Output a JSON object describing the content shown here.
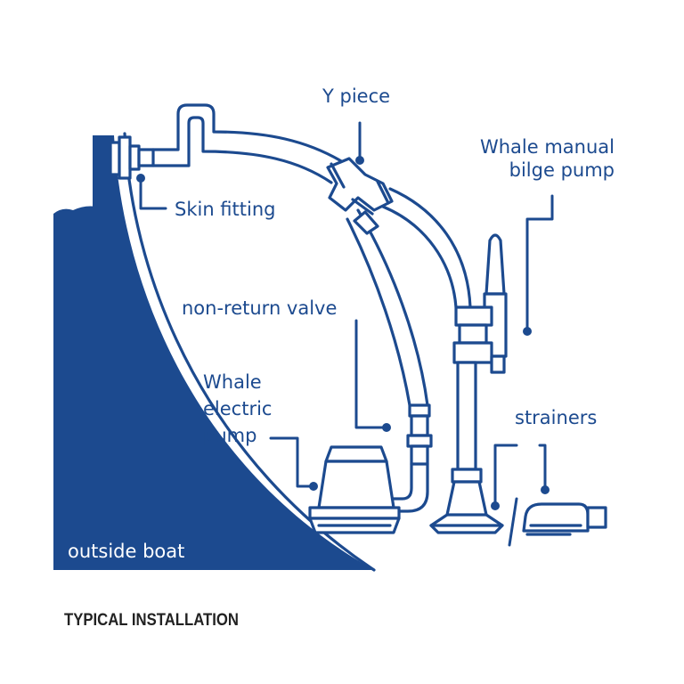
{
  "diagram": {
    "labels": {
      "y_piece": "Y piece",
      "whale_manual_line1": "Whale manual",
      "whale_manual_line2": "bilge pump",
      "skin_fitting": "Skin fitting",
      "non_return_valve": "non-return valve",
      "whale_electric_line1": "Whale",
      "whale_electric_line2": "electric",
      "whale_electric_line3": "pump",
      "strainers": "strainers",
      "outside_boat": "outside boat"
    },
    "caption": "TYPICAL INSTALLATION"
  },
  "colors": {
    "brand_blue": "#1c4a8f",
    "background": "#ffffff",
    "caption": "#222222"
  }
}
